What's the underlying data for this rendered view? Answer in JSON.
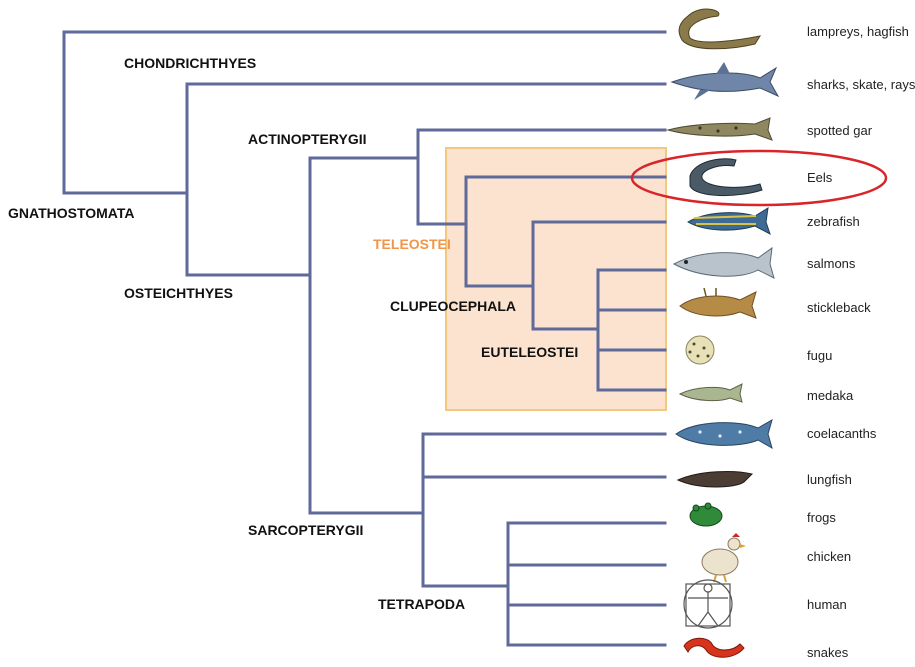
{
  "colors": {
    "branch": "#5f6a9a",
    "teleostei_box_fill": "#fbe3cf",
    "teleostei_box_stroke": "#f2c77e",
    "teleostei_label": "#f0954a",
    "highlight_ring": "#d9252a"
  },
  "clades": {
    "gnathostomata": "GNATHOSTOMATA",
    "chondrichthyes": "CHONDRICHTHYES",
    "osteichthyes": "OSTEICHTHYES",
    "actinopterygii": "ACTINOPTERYGII",
    "sarcopterygii": "SARCOPTERYGII",
    "teleostei": "TELEOSTEI",
    "clupeocephala": "CLUPEOCEPHALA",
    "euteleostei": "EUTELEOSTEI",
    "tetrapoda": "TETRAPODA"
  },
  "taxa": [
    {
      "label": "lampreys, hagfish",
      "icon": "lamprey-icon"
    },
    {
      "label": "sharks, skate, rays",
      "icon": "shark-icon"
    },
    {
      "label": "spotted gar",
      "icon": "gar-icon"
    },
    {
      "label": "Eels",
      "icon": "eel-icon",
      "highlighted": true
    },
    {
      "label": "zebrafish",
      "icon": "zebrafish-icon"
    },
    {
      "label": "salmons",
      "icon": "salmon-icon"
    },
    {
      "label": "stickleback",
      "icon": "stickleback-icon"
    },
    {
      "label": "fugu",
      "icon": "pufferfish-icon"
    },
    {
      "label": "medaka",
      "icon": "medaka-icon"
    },
    {
      "label": "coelacanths",
      "icon": "coelacanth-icon"
    },
    {
      "label": "lungfish",
      "icon": "lungfish-icon"
    },
    {
      "label": "frogs",
      "icon": "frog-icon"
    },
    {
      "label": "chicken",
      "icon": "chicken-icon"
    },
    {
      "label": "human",
      "icon": "vitruvian-man-icon"
    },
    {
      "label": "snakes",
      "icon": "snake-icon"
    }
  ]
}
